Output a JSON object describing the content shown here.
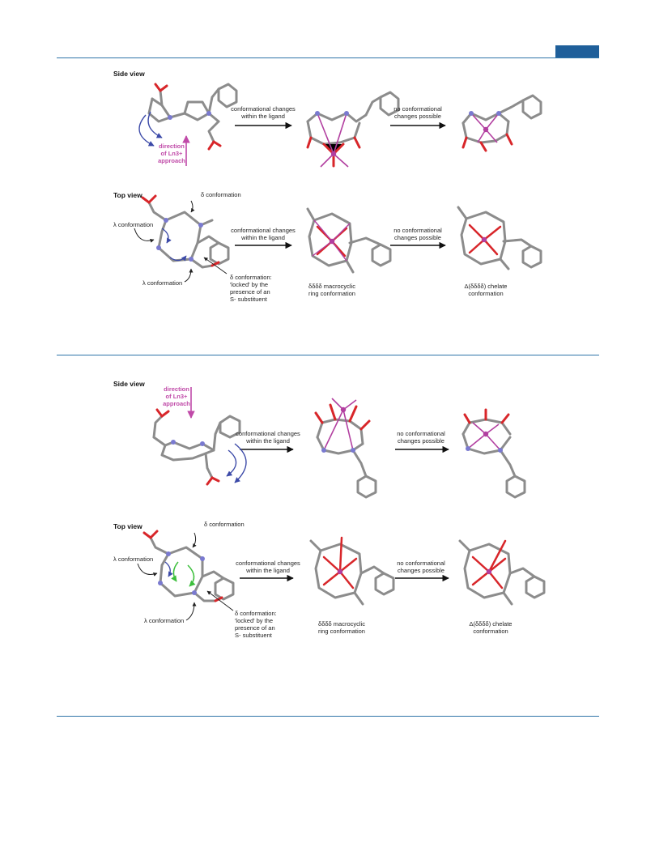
{
  "panels": [
    {
      "side_view": "Side view",
      "top_view": "Top view",
      "direction": [
        "direction",
        "of Ln3+",
        "approach"
      ],
      "arrow1": [
        "conformational changes",
        "within the ligand"
      ],
      "arrow2": [
        "no conformational",
        "changes possible"
      ],
      "delta_conf": "δ conformation",
      "lambda_conf_1": "λ conformation",
      "lambda_conf_2": "λ conformation",
      "locked": [
        "δ conformation:",
        "'locked' by the",
        "presence of an",
        "S- substituent"
      ],
      "ring_caption": [
        "δδδδ macrocyclic",
        "ring conformation"
      ],
      "chelate_caption": [
        "Δ(δδδδ) chelate",
        "conformation"
      ]
    },
    {
      "side_view": "Side view",
      "top_view": "Top view",
      "direction": [
        "direction",
        "of Ln3+",
        "approach"
      ],
      "arrow1": [
        "conformational changes",
        "within the ligand"
      ],
      "arrow2": [
        "no conformational",
        "changes possible"
      ],
      "delta_conf": "δ conformation",
      "lambda_conf_1": "λ conformation",
      "lambda_conf_2": "λ conformation",
      "locked": [
        "δ conformation:",
        "'locked' by the",
        "presence of an",
        "S- substituent"
      ],
      "ring_caption": [
        "δδδδ macrocyclic",
        "ring conformation"
      ],
      "chelate_caption": [
        "Δ(δδδδ) chelate",
        "conformation"
      ]
    }
  ],
  "colors": {
    "rule": "#2f74a8",
    "bond": "#8c8c8c",
    "oxygen": "#d8262a",
    "nitrogen": "#7a7ad0",
    "metal": "#b23fa0",
    "approach": "#c04aa8",
    "curl_blue": "#3c4aa8",
    "curl_green": "#3bbf3b"
  }
}
